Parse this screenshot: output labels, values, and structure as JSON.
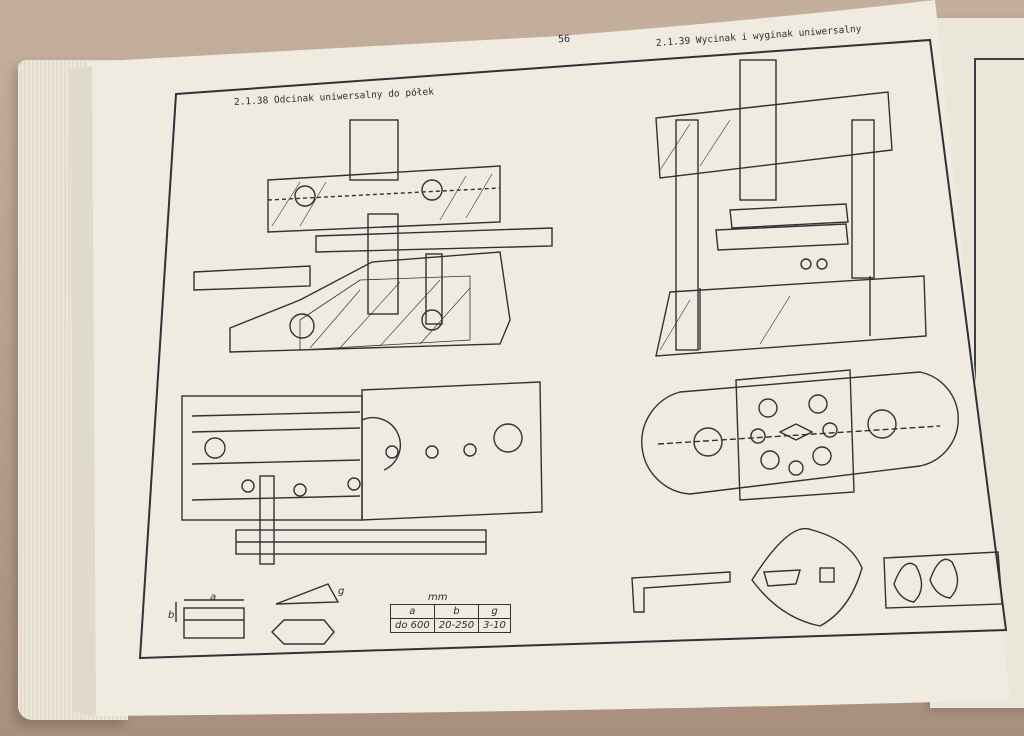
{
  "page": {
    "number": "56",
    "left_heading": "2.1.38  Odcinak uniwersalny do półek",
    "right_heading": "2.1.39  Wycinak i wyginak uniwersalny"
  },
  "dimensions": {
    "unit": "mm",
    "headers": [
      "a",
      "b",
      "g"
    ],
    "values": [
      "do 600",
      "20-250",
      "3-10"
    ],
    "sketch_labels": {
      "a": "a",
      "b": "b",
      "g": "g"
    }
  },
  "colors": {
    "paper": "#efebe0",
    "ink": "#2f3238",
    "table_wood": "#b9a392"
  }
}
